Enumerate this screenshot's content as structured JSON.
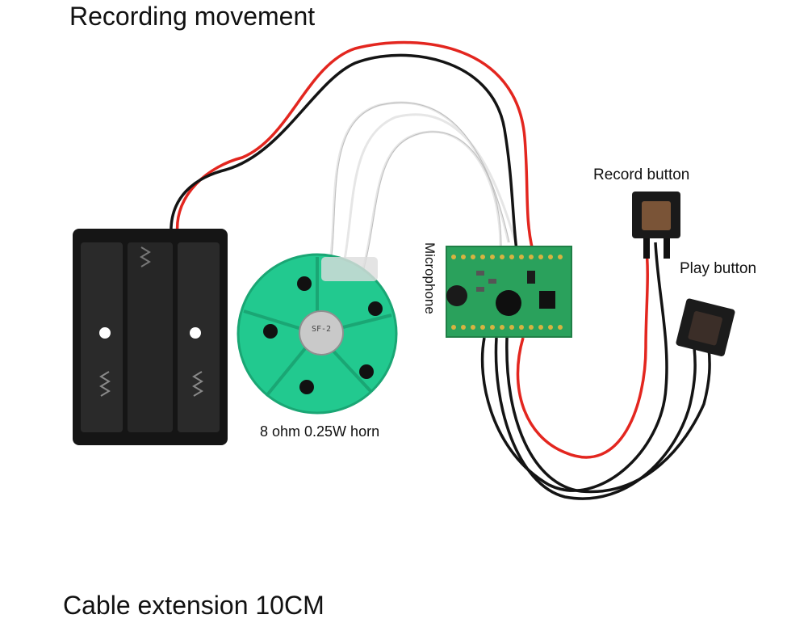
{
  "title": "Recording movement",
  "footer": "Cable extension 10CM",
  "labels": {
    "record_button": "Record button",
    "play_button": "Play button",
    "microphone": "Microphone",
    "speaker": "8 ohm 0.25W horn"
  },
  "speaker_print": "SF-2",
  "colors": {
    "wire_red": "#e3261f",
    "wire_black": "#141414",
    "pcb_green": "#2aa15c",
    "speaker_green": "#22c98f"
  }
}
